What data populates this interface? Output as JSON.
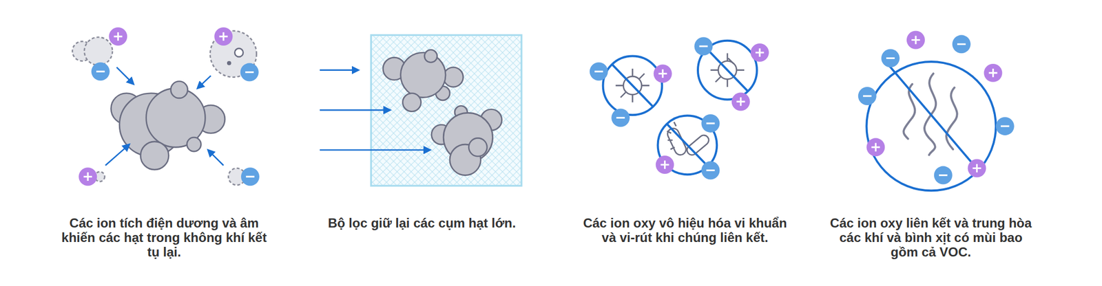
{
  "diagram": {
    "labels": [
      "Các ion tích điện dương và âm khiến các hạt trong không khí kết tụ lại.",
      "Bộ lọc giữ lại các cụm hạt lớn.",
      "Các ion oxy vô hiệu hóa vi khuẩn và vi-rút khi chúng liên kết.",
      "Các ion oxy liên kết và trung hòa các khí và bình xịt có mùi bao gồm cả VOC."
    ]
  }
}
